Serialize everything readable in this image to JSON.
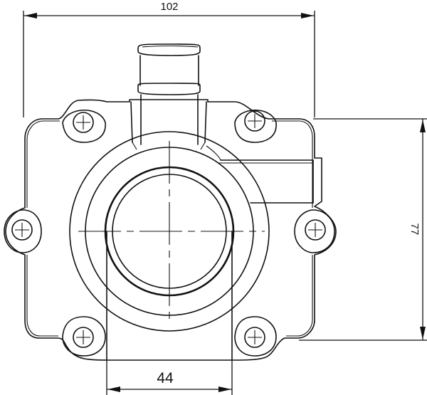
{
  "diagram": {
    "subject": "carburetor intake manifold flange (technical drawing)",
    "line_color": "#111111",
    "background": "#ffffff"
  },
  "dimensions": {
    "overall_width": {
      "label": "102",
      "orientation": "horizontal",
      "position": "top"
    },
    "mounting_height": {
      "label": "77",
      "orientation": "vertical",
      "position": "right"
    },
    "bore_diameter": {
      "label": "44",
      "orientation": "horizontal",
      "position": "bottom"
    }
  },
  "features": {
    "mounting_holes": 6,
    "hole_symbol": "circle-with-cross",
    "water_pipe": "top nipple",
    "side_boss": "right rectangular boss"
  }
}
